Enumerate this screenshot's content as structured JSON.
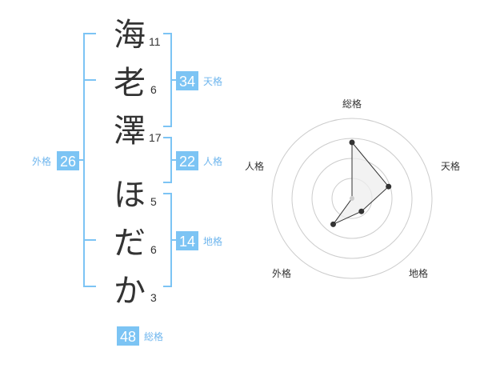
{
  "colors": {
    "accent": "#7cc4f4",
    "label": "#6fb6ee",
    "text": "#333333",
    "grid": "#cccccc"
  },
  "name": {
    "characters": [
      {
        "char": "海",
        "strokes": "11"
      },
      {
        "char": "老",
        "strokes": "6"
      },
      {
        "char": "澤",
        "strokes": "17"
      },
      {
        "char": "ほ",
        "strokes": "5"
      },
      {
        "char": "だ",
        "strokes": "6"
      },
      {
        "char": "か",
        "strokes": "3"
      }
    ]
  },
  "kakusu": {
    "tenkaku": {
      "label": "天格",
      "value": "34"
    },
    "jinkaku": {
      "label": "人格",
      "value": "22"
    },
    "chikaku": {
      "label": "地格",
      "value": "14"
    },
    "gaikaku": {
      "label": "外格",
      "value": "26"
    },
    "soukaku": {
      "label": "総格",
      "value": "48"
    }
  },
  "chart_data": {
    "type": "radar",
    "axes": [
      "総格",
      "天格",
      "地格",
      "外格",
      "人格"
    ],
    "values": [
      0.7,
      0.48,
      0.2,
      0.4,
      0.0
    ],
    "range": [
      0,
      1
    ],
    "rings": 4,
    "grid": true
  }
}
